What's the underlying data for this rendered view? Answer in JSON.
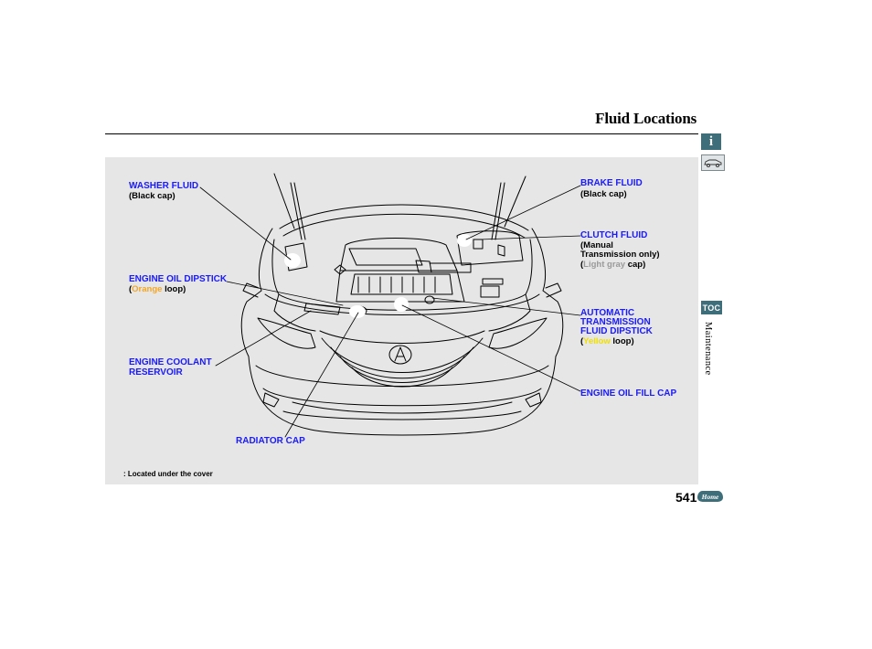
{
  "page": {
    "title": "Fluid Locations",
    "section": "Maintenance",
    "page_number": "541"
  },
  "nav": {
    "info_icon_glyph": "i",
    "toc_label": "TOC",
    "home_label": "Home",
    "accent_color": "#3d6e7a"
  },
  "labels": {
    "washer_fluid": {
      "name": "WASHER FLUID",
      "detail": "(Black cap)"
    },
    "engine_oil_dipstick": {
      "name": "ENGINE OIL DIPSTICK",
      "open": "(",
      "color_word": "Orange",
      "tail": " loop)"
    },
    "engine_coolant": {
      "line1": "ENGINE COOLANT",
      "line2": "RESERVOIR"
    },
    "radiator_cap": {
      "name": "RADIATOR CAP"
    },
    "brake_fluid": {
      "name": "BRAKE FLUID",
      "detail": "(Black cap)"
    },
    "clutch_fluid": {
      "name": "CLUTCH FLUID",
      "detail1": "(Manual",
      "detail2": "Transmission only)",
      "open": "(",
      "color_word": "Light gray",
      "tail": " cap)"
    },
    "atf_dipstick": {
      "line1": "AUTOMATIC",
      "line2": "TRANSMISSION",
      "line3": "FLUID DIPSTICK",
      "open": "(",
      "color_word": "Yellow",
      "tail": " loop)"
    },
    "engine_oil_fill_cap": {
      "name": "ENGINE OIL FILL CAP"
    }
  },
  "footnote": ": Located under the cover"
}
